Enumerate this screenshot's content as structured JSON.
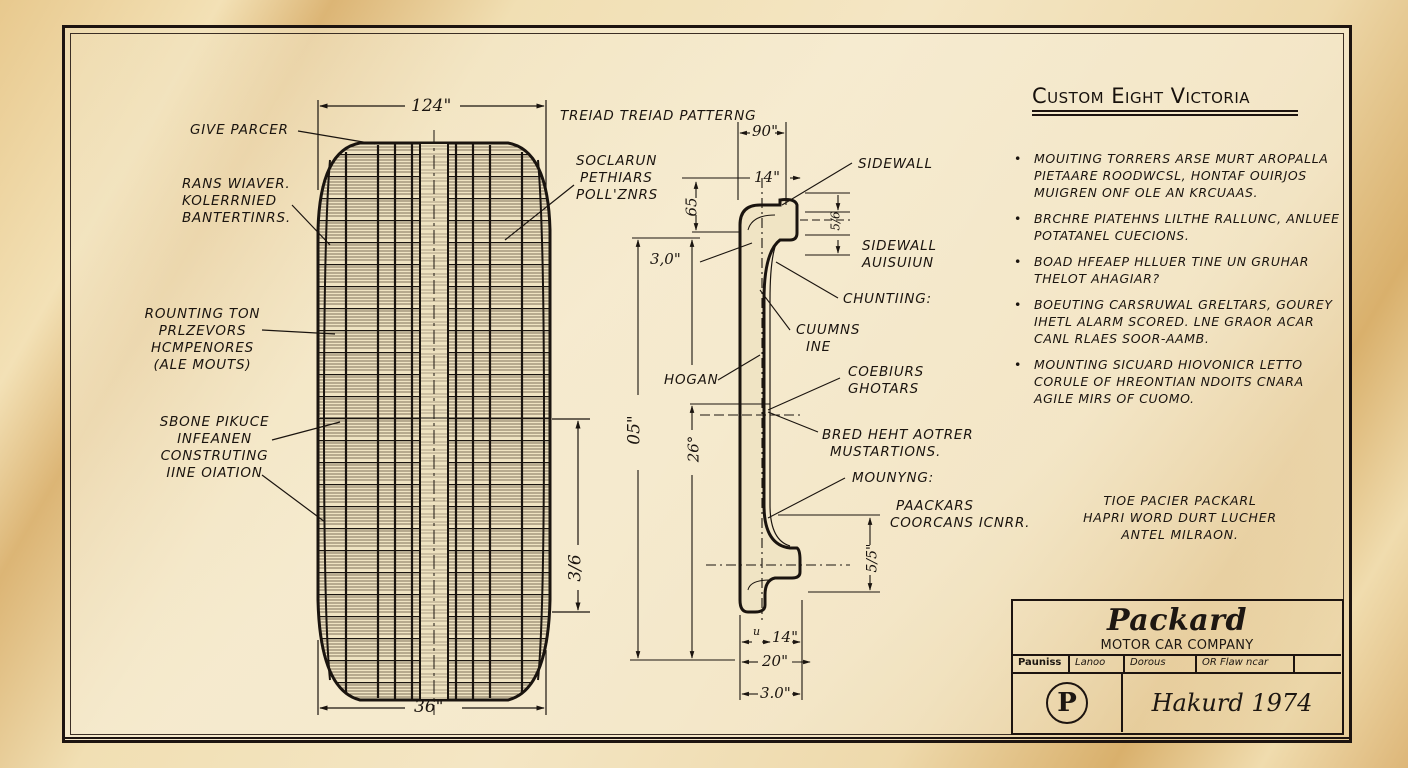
{
  "drawing": {
    "title": "Custom Eight Victoria",
    "section_title": "Treiad Treiad Patterng"
  },
  "tire_labels": {
    "l1": "Give parcer",
    "l2": [
      "Rans wiaver.",
      "Kolerrnied",
      "Bantertinrs."
    ],
    "l3": [
      "Rounting ton",
      "Prlzevors",
      "Hcmpenores",
      "(Ale mouts)"
    ],
    "l4": [
      "Sbone pikuce",
      "Infeanen",
      "Construting",
      "Iine oiation"
    ],
    "l5": [
      "Soclarun",
      "Pethiars",
      "Poll'znrs"
    ]
  },
  "tire_dims": {
    "top_width": "124\"",
    "bottom_width": "36\"",
    "side_height": "3/6"
  },
  "section_labels": {
    "sidewall": "Sidewall",
    "sidewall_aui": [
      "Sidewall",
      "Auisuiun"
    ],
    "chunting": "Chuntiing:",
    "cuumns": [
      "Cuumns",
      "ine"
    ],
    "hogan": "Hogan",
    "coebiurs": [
      "Coebiurs",
      "Ghotars"
    ],
    "bred": [
      "Bred heht aotrer",
      "Mustartions."
    ],
    "mounyng": "Mounyng:",
    "packars": [
      "Paackars",
      "Coorcans icnrr."
    ]
  },
  "section_dims": {
    "top_90": "90\"",
    "top_14": "14\"",
    "left_65": "65",
    "left_30": "3,0\"",
    "left_05": "05\"",
    "left_26": "26°",
    "right_top": "5/6",
    "right_55": "5/5\"",
    "bottom_u": "u",
    "bottom_14": "14\"",
    "bottom_20": "20\"",
    "bottom_30": "3.0\""
  },
  "notes": [
    "Mouiting torrers arse Murt aropalla pietaare roodwcsl, hontaf ouirjos muigren onf ole an Krcuaas.",
    "Brchre piatehns lilthe rallunc, anluee potatanel cuecions.",
    "Boad hfeaep hlluer tine un Gruhar thelot Ahagiar?",
    "Boeuting carsruwal greltars, gourey ihetl alarm scored. Lne graor acar Canl rlaes soor-aamb.",
    "Mounting sicuard hiovonicr letto corule of hreontian ndoits cnara agile mirs of Cuomo."
  ],
  "tire_note": [
    "Tioe pacier packarl",
    "hapri word durt lucher",
    "Antel Milraon."
  ],
  "title_block": {
    "brand": "Packard",
    "company": "MOTOR CAR COMPANY",
    "fields": [
      "Pauniss",
      "Lanoo",
      "Dorous",
      "OR  Flaw ncar",
      ""
    ],
    "emblem": "P",
    "signature": "Hakurd 1974"
  }
}
